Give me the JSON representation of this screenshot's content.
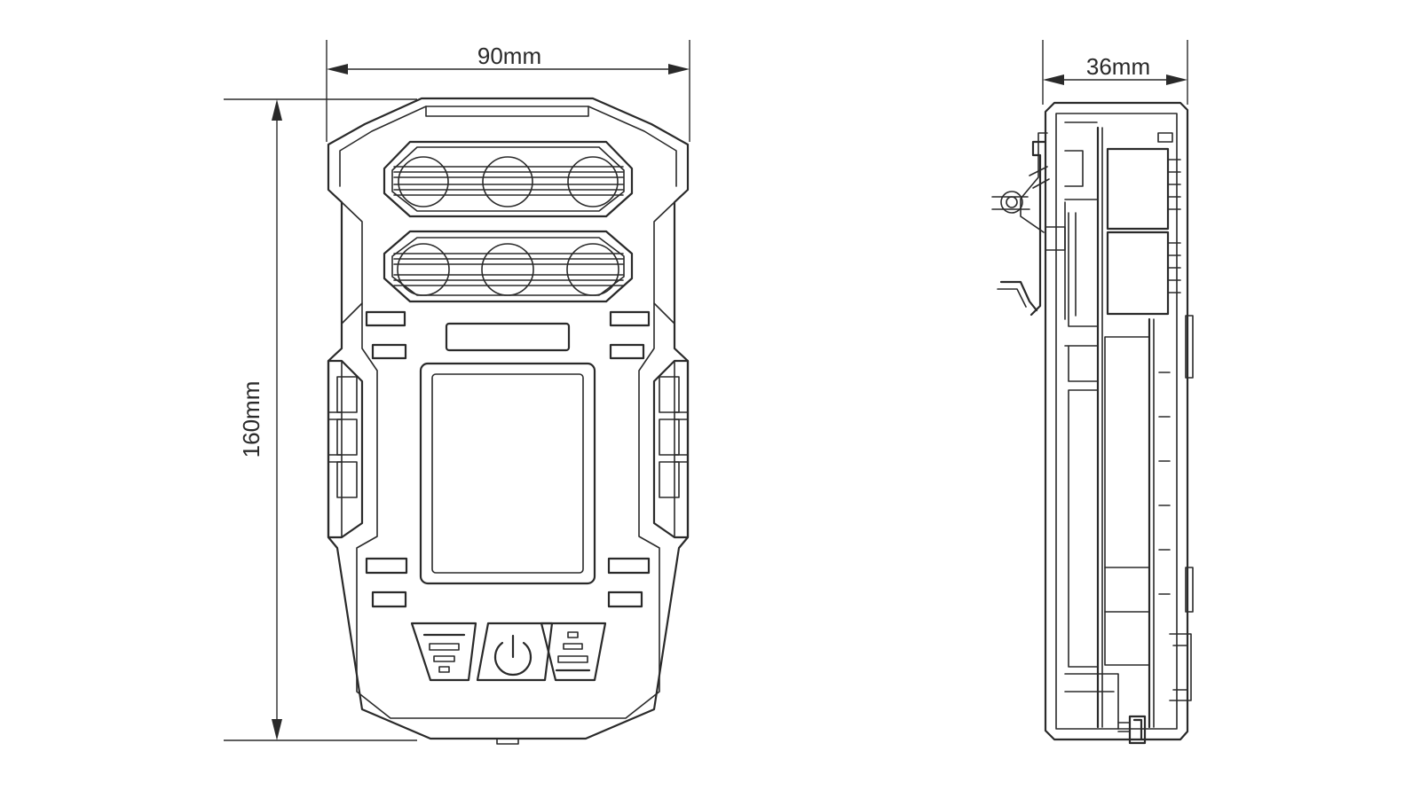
{
  "dimensions": {
    "width": "90mm",
    "height": "160mm",
    "depth": "36mm"
  },
  "colors": {
    "line": "#2a2a2a",
    "background": "#ffffff"
  },
  "icons": {
    "left_button": "descending-bars-icon",
    "center_button": "power-icon",
    "right_button": "ascending-bars-icon"
  }
}
